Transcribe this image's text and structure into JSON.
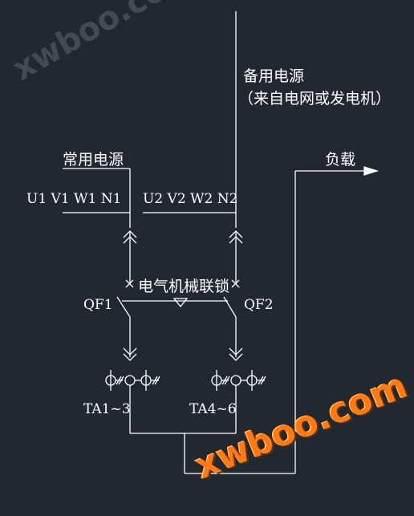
{
  "backup_source": {
    "title": "备用电源",
    "subtitle": "（来自电网或发电机）"
  },
  "normal_source": {
    "title": "常用电源",
    "phases_1": "U1 V1 W1 N1",
    "phases_2": "U2 V2 W2 N2"
  },
  "load": {
    "label": "负载"
  },
  "interlock": {
    "label": "电气机械联锁"
  },
  "breakers": {
    "qf1": "QF1",
    "qf2": "QF2"
  },
  "current_transformers": {
    "ta1": "TA1~3",
    "ta4": "TA4~6"
  },
  "watermark": "xwboo.com",
  "colors": {
    "background": "#212830",
    "lines": "#ffffff",
    "watermark": "#ff7a14"
  }
}
